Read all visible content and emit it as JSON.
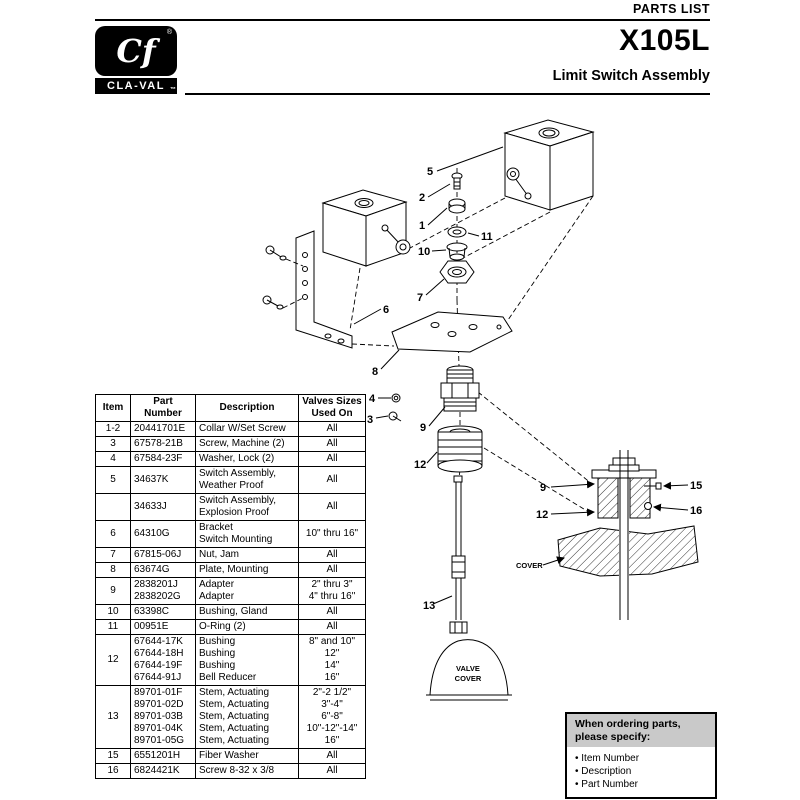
{
  "header": {
    "parts_list_label": "PARTS LIST",
    "model": "X105L",
    "subtitle": "Limit Switch Assembly"
  },
  "logo": {
    "monogram": "Cf",
    "brand": "CLA-VAL",
    "reg": "®",
    "tm": "™"
  },
  "table": {
    "headers": [
      "Item",
      "Part Number",
      "Description",
      "Valves Sizes Used On"
    ],
    "rows": [
      {
        "item": "1-2",
        "parts": [
          "20441701E"
        ],
        "descs": [
          "Collar W/Set Screw"
        ],
        "sizes": [
          "All"
        ]
      },
      {
        "item": "3",
        "parts": [
          "67578-21B"
        ],
        "descs": [
          "Screw, Machine (2)"
        ],
        "sizes": [
          "All"
        ]
      },
      {
        "item": "4",
        "parts": [
          "67584-23F"
        ],
        "descs": [
          "Washer, Lock (2)"
        ],
        "sizes": [
          "All"
        ]
      },
      {
        "item": "5",
        "parts": [
          "34637K"
        ],
        "descs": [
          "Switch Assembly,",
          "Weather Proof"
        ],
        "sizes": [
          "All"
        ]
      },
      {
        "item": "",
        "parts": [
          "34633J"
        ],
        "descs": [
          "Switch Assembly,",
          "Explosion Proof"
        ],
        "sizes": [
          "All"
        ]
      },
      {
        "item": "6",
        "parts": [
          "64310G"
        ],
        "descs": [
          "Bracket",
          "Switch Mounting"
        ],
        "sizes": [
          "10\" thru 16\""
        ]
      },
      {
        "item": "7",
        "parts": [
          "67815-06J"
        ],
        "descs": [
          "Nut, Jam"
        ],
        "sizes": [
          "All"
        ]
      },
      {
        "item": "8",
        "parts": [
          "63674G"
        ],
        "descs": [
          "Plate, Mounting"
        ],
        "sizes": [
          "All"
        ]
      },
      {
        "item": "9",
        "parts": [
          "2838201J",
          "2838202G"
        ],
        "descs": [
          "Adapter",
          "Adapter"
        ],
        "sizes": [
          "2\" thru 3\"",
          "4\" thru 16\""
        ]
      },
      {
        "item": "10",
        "parts": [
          "63398C"
        ],
        "descs": [
          "Bushing, Gland"
        ],
        "sizes": [
          "All"
        ]
      },
      {
        "item": "11",
        "parts": [
          "00951E"
        ],
        "descs": [
          "O-Ring (2)"
        ],
        "sizes": [
          "All"
        ]
      },
      {
        "item": "12",
        "parts": [
          "67644-17K",
          "67644-18H",
          "67644-19F",
          "67644-91J"
        ],
        "descs": [
          "Bushing",
          "Bushing",
          "Bushing",
          "Bell Reducer"
        ],
        "sizes": [
          "8\" and 10\"",
          "12\"",
          "14\"",
          "16\""
        ]
      },
      {
        "item": "13",
        "parts": [
          "89701-01F",
          "89701-02D",
          "89701-03B",
          "89701-04K",
          "89701-05G"
        ],
        "descs": [
          "Stem, Actuating",
          "Stem, Actuating",
          "Stem, Actuating",
          "Stem, Actuating",
          "Stem, Actuating"
        ],
        "sizes": [
          "2\"-2 1/2\"",
          "3\"-4\"",
          "6\"-8\"",
          "10\"-12\"-14\"",
          "16\""
        ]
      },
      {
        "item": "15",
        "parts": [
          "6551201H"
        ],
        "descs": [
          "Fiber Washer"
        ],
        "sizes": [
          "All"
        ]
      },
      {
        "item": "16",
        "parts": [
          "6824421K"
        ],
        "descs": [
          "Screw 8-32 x 3/8"
        ],
        "sizes": [
          "All"
        ]
      }
    ]
  },
  "diagram": {
    "callouts": {
      "n1": "1",
      "n2": "2",
      "n3": "3",
      "n4": "4",
      "n5": "5",
      "n6": "6",
      "n7": "7",
      "n8": "8",
      "n9": "9",
      "n10": "10",
      "n11": "11",
      "n12": "12",
      "n13": "13",
      "n15": "15",
      "n16": "16"
    },
    "cover_label": "COVER",
    "valve_cover_l1": "VALVE",
    "valve_cover_l2": "COVER"
  },
  "order_box": {
    "title_l1": "When ordering parts,",
    "title_l2": "please specify:",
    "items": [
      "Item Number",
      "Description",
      "Part Number"
    ]
  }
}
